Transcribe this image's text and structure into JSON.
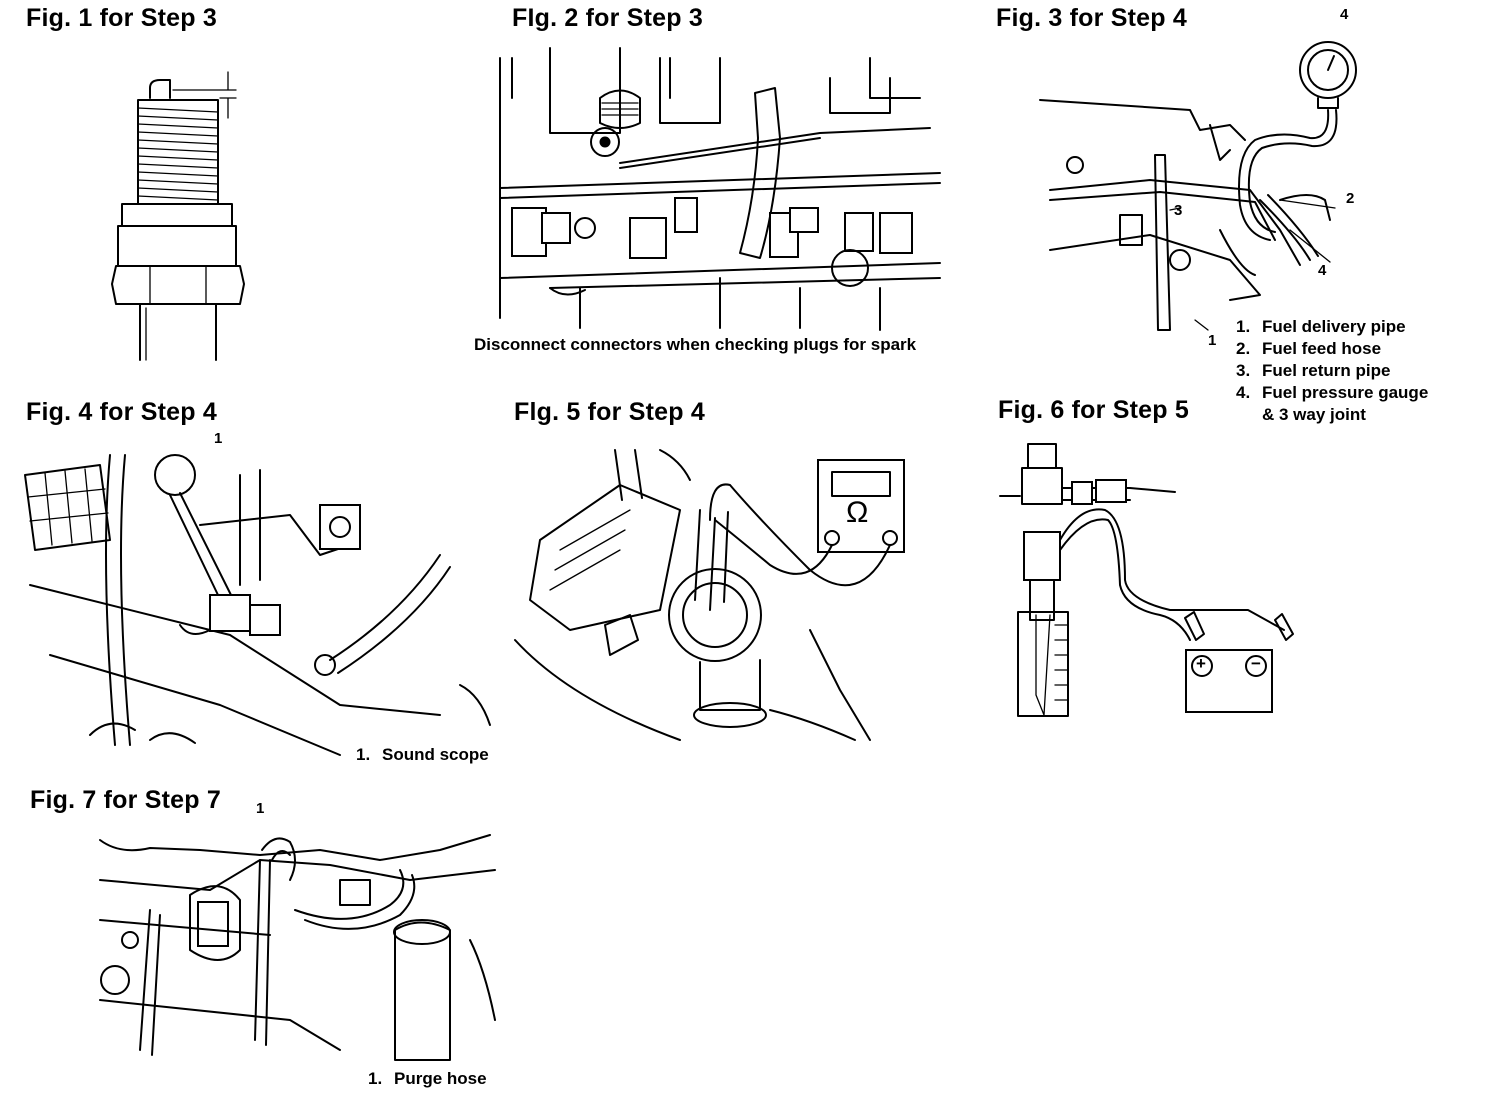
{
  "figures": {
    "fig1": {
      "title": "Fig. 1 for Step 3"
    },
    "fig2": {
      "title": "FIg. 2 for Step 3",
      "caption": "Disconnect connectors when checking plugs for spark"
    },
    "fig3": {
      "title": "Fig. 3 for Step 4",
      "callouts": [
        "1",
        "2",
        "3",
        "4",
        "4"
      ],
      "legend": [
        {
          "num": "1.",
          "text": "Fuel delivery pipe"
        },
        {
          "num": "2.",
          "text": "Fuel feed hose"
        },
        {
          "num": "3.",
          "text": "Fuel return pipe"
        },
        {
          "num": "4.",
          "text": "Fuel pressure gauge"
        },
        {
          "num": "",
          "text": "& 3 way joint"
        }
      ]
    },
    "fig4": {
      "title": "Fig. 4 for Step 4",
      "callout": "1",
      "legend_num": "1.",
      "legend_text": "Sound scope"
    },
    "fig5": {
      "title": "Flg. 5 for Step 4",
      "meter_symbol": "Ω"
    },
    "fig6": {
      "title": "Fig. 6 for Step 5",
      "battery_pos": "+",
      "battery_neg": "−"
    },
    "fig7": {
      "title": "Fig. 7 for Step 7",
      "callout": "1",
      "legend_num": "1.",
      "legend_text": "Purge hose"
    }
  }
}
